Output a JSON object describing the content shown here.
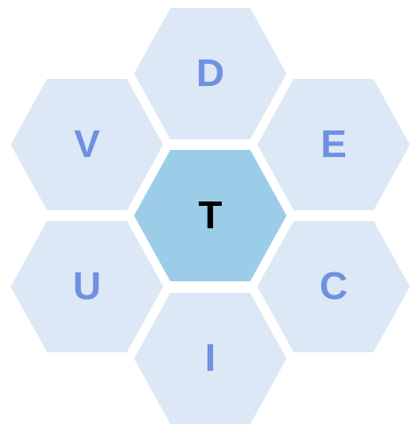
{
  "colors": {
    "outer_fill": "#dde8f6",
    "outer_text": "#6e91e0",
    "center_fill": "#9bcde8",
    "center_text": "#000000"
  },
  "hive": {
    "center_letter": "T",
    "outer_letters": {
      "top": "D",
      "upper_left": "V",
      "upper_right": "E",
      "lower_left": "U",
      "lower_right": "C",
      "bottom": "I"
    }
  }
}
